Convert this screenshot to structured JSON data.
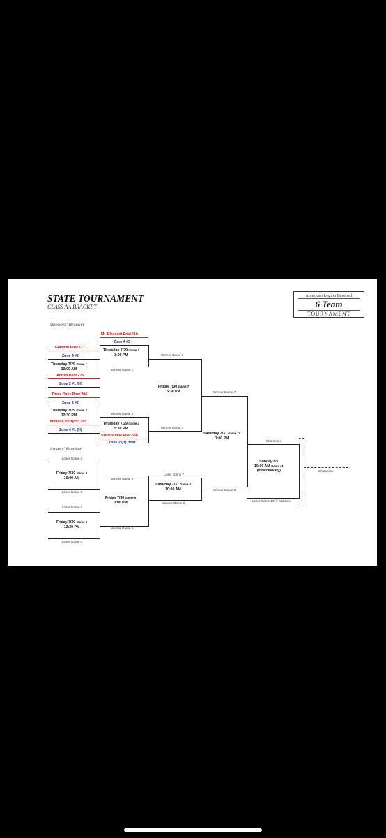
{
  "header": {
    "title": "STATE TOURNAMENT",
    "subtitle": "CLASS AA BRACKET",
    "logo": {
      "top": "American Legion Baseball",
      "middle": "6 Team",
      "bottom": "TOURNAMENT"
    }
  },
  "winners": {
    "heading": "Winners' Bracket",
    "mt_pleasant": "Mt. Pleasant Post 110",
    "zone4_3": "Zone 4 #3",
    "gladwin": "Gladwin Post 171",
    "zone4_2": "Zone 4 #2",
    "adrian": "Adrian Post 275",
    "zone2_1h": "Zone 2 #1 (H)",
    "three_oaks": "Three Oaks Post 204",
    "zone2_2": "Zone 2 #2",
    "midland": "Midland Berryhill 165",
    "zone4_1h": "Zone 4 #1 (H)",
    "stevensville": "Stevensville Post 568",
    "zone2_host": "Zone 2 (H) Host",
    "g1": {
      "date": "Thursday 7/29",
      "time": "10:00 AM",
      "game": "Game 1"
    },
    "g2": {
      "date": "Thursday 7/29",
      "time": "12:30 PM",
      "game": "Game 2"
    },
    "g3": {
      "date": "Thursday 7/29",
      "time": "3:00 PM",
      "game": "Game 3"
    },
    "g4": {
      "date": "Thursday 7/29",
      "time": "5:30 PM",
      "game": "Game 4"
    },
    "g7": {
      "date": "Friday 7/30",
      "time": "5:30 PM",
      "game": "Game 7"
    },
    "g10": {
      "date": "Saturday 7/31",
      "time": "1:00 PM",
      "game": "Game 10"
    },
    "g11": {
      "date": "Sunday 8/1",
      "time": "10:00 AM",
      "note": "(If Necessary)",
      "game": "Game 11"
    },
    "winner_game_1": "Winner Game 1",
    "winner_game_2": "Winner Game 2",
    "winner_game_3": "Winner Game 3",
    "winner_game_4": "Winner Game 4",
    "winner_game_7": "Winner Game 7",
    "champion_1": "Champion",
    "champion_2": "Champion",
    "loser_game_10": "Loser Game 10, if first loss"
  },
  "losers": {
    "heading": "Losers' Bracket",
    "loser_game_2": "Loser Game 2",
    "loser_game_3": "Loser Game 3",
    "loser_game_1": "Loser Game 1",
    "loser_game_4": "Loser Game 4",
    "loser_game_7": "Loser Game 7",
    "g5": {
      "date": "Friday 7/30",
      "time": "10:00 AM",
      "game": "Game 5"
    },
    "g6": {
      "date": "Friday 7/30",
      "time": "12:30 PM",
      "game": "Game 6"
    },
    "g8": {
      "date": "Friday 7/30",
      "time": "3:00 PM",
      "game": "Game 8"
    },
    "g9": {
      "date": "Saturday 7/31",
      "time": "10:00 AM",
      "game": "Game 9"
    },
    "winner_game_5": "Winner Game 5",
    "winner_game_6": "Winner Game 6",
    "winner_game_8": "Winner Game 8",
    "winner_game_9": "Winner Game 9"
  }
}
